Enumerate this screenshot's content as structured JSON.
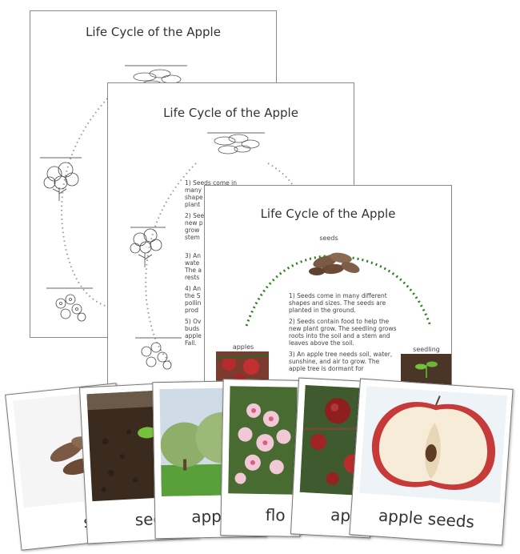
{
  "sheets": [
    {
      "title": "Life Cycle of the Apple",
      "paragraphs": []
    },
    {
      "title": "Life Cycle of the Apple",
      "paragraphs": [
        "1) Seeds come in many different shape",
        "plant",
        "2) Seed",
        "new p",
        "grow",
        "stem",
        "3) An",
        "wate",
        "The a",
        "rests",
        "4) An",
        "the S",
        "pollin",
        "prod",
        "5) Ov",
        "buds",
        "apple",
        "Fall."
      ]
    },
    {
      "title": "Life Cycle of the Apple",
      "caption_top": "seeds",
      "caption_left": "apples",
      "caption_right": "seedling",
      "paragraphs": [
        "1) Seeds come in many different shapes and sizes. The seeds are planted in the ground.",
        "2) Seeds contain food to help the new plant grow. The seedling grows roots into the soil and a stem and leaves above the soil.",
        "3) An apple tree needs soil, water, sunshine, and air to grow. The apple tree is dormant for"
      ]
    }
  ],
  "cards": [
    {
      "label": "se",
      "icon": "seeds-photo"
    },
    {
      "label": "see",
      "icon": "seedling-photo"
    },
    {
      "label": "app",
      "icon": "apple-tree-photo"
    },
    {
      "label": "flo",
      "icon": "apple-blossom-photo"
    },
    {
      "label": "ap",
      "icon": "apples-on-tree-photo"
    },
    {
      "label": "apple seeds",
      "icon": "apple-half-photo"
    }
  ],
  "colors": {
    "dotted_path": "#9a9a9a",
    "green_path": "#2e7d1e",
    "sheet_border": "#8a8a8a"
  }
}
